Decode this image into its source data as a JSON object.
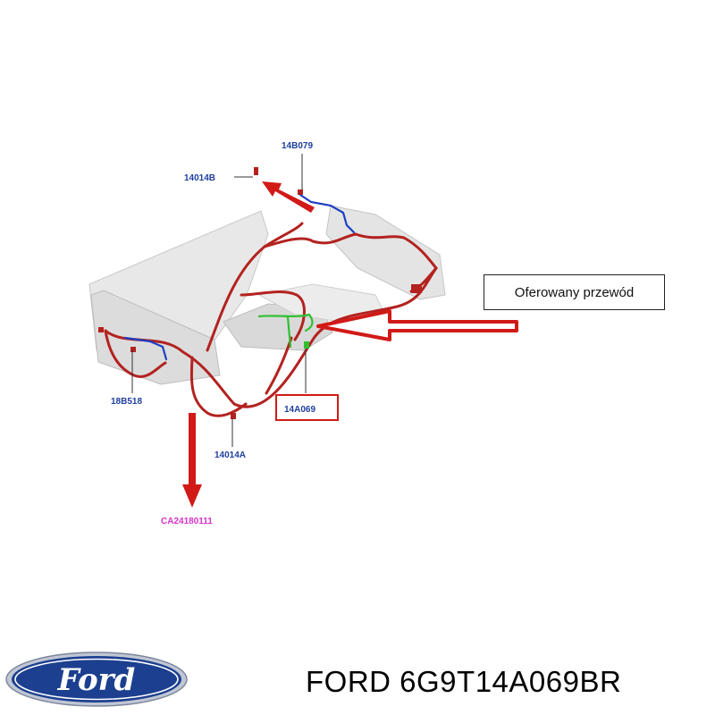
{
  "diagram": {
    "labels": {
      "l_14B079": "14B079",
      "l_14014B": "14014B",
      "l_18B518": "18B518",
      "l_14A069": "14A069",
      "l_14014A": "14014A",
      "l_CA": "CA24180111"
    },
    "callout_text": "Oferowany przewód",
    "colors": {
      "harness": "#b3221f",
      "arrow": "#d11a17",
      "highlight_box": "#d11a17",
      "green_wire": "#2fc02f",
      "blue_wire": "#1d3fc4",
      "label_blue": "#1f3f9e",
      "label_magenta": "#d633c9",
      "body_gray": "#e6e6e6"
    }
  },
  "brand": {
    "logo_text": "Ford",
    "logo_colors": {
      "oval": "#1c3f8f",
      "ring": "#c0c6d4",
      "text": "#ffffff"
    },
    "part_number": "FORD 6G9T14A069BR"
  }
}
